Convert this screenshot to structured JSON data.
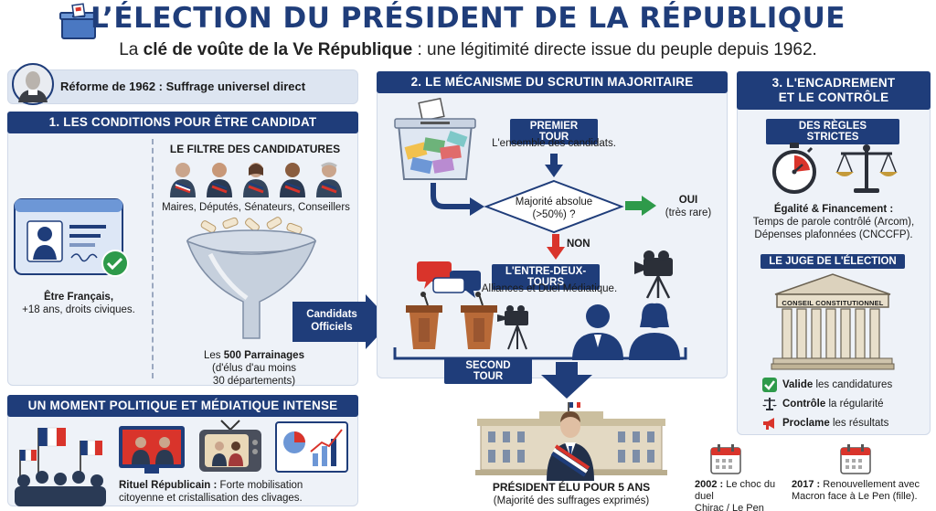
{
  "header": {
    "title": "L’ÉLECTION DU PRÉSIDENT DE LA RÉPUBLIQUE",
    "subtitle_prefix": "La ",
    "subtitle_bold": "clé de voûte de la Ve République",
    "subtitle_rest": " : une légitimité directe issue du peuple depuis 1962.",
    "icon": "ballot-box-icon"
  },
  "reform": {
    "label": "Réforme de 1962 : Suffrage universel direct",
    "icon": "portrait-icon"
  },
  "section1": {
    "title": "1. LES CONDITIONS POUR ÊTRE CANDIDAT",
    "filter_title": "LE FILTRE DES CANDIDATURES",
    "officials": "Maires, Députés, Sénateurs, Conseillers",
    "id_bold": "Être Français,",
    "id_rest": "+18 ans, droits civiques.",
    "sponsor_prefix": "Les ",
    "sponsor_bold": "500 Parrainages",
    "sponsor_line2": "(d'élus d'au moins",
    "sponsor_line3": "30 départements)",
    "arrow_label_1": "Candidats",
    "arrow_label_2": "Officiels"
  },
  "section_media": {
    "title": "UN MOMENT POLITIQUE ET MÉDIATIQUE INTENSE",
    "caption_bold": "Rituel Républicain :",
    "caption_rest": " Forte mobilisation",
    "caption_line2": "citoyenne et cristallisation des clivages."
  },
  "section2": {
    "title": "2. LE MÉCANISME DU SCRUTIN MAJORITAIRE",
    "first_round": "PREMIER TOUR",
    "first_round_desc": "L'ensemble des candidats.",
    "majority_q1": "Majorité absolue",
    "majority_q2": "(>50%) ?",
    "yes": "OUI",
    "yes_note": "(très rare)",
    "no": "NON",
    "between": "L'ENTRE-DEUX-TOURS",
    "between_desc": "Alliances et Duel Médiatique.",
    "second_round": "SECOND TOUR",
    "elected": "PRÉSIDENT ÉLU POUR 5 ANS",
    "elected_note": "(Majorité des suffrages exprimés)"
  },
  "section3": {
    "title_line1": "3. L'ENCADREMENT",
    "title_line2": "ET LE CONTRÔLE",
    "rules": "DES RÈGLES STRICTES",
    "equality_title": "Égalité & Financement :",
    "equality_line1": "Temps de parole contrôlé (Arcom),",
    "equality_line2": "Dépenses plafonnées (CNCCFP).",
    "judge": "LE JUGE DE L'ÉLECTION",
    "council": "CONSEIL CONSTITUTIONNEL",
    "checks": [
      {
        "bold": "Valide",
        "rest": " les candidatures",
        "icon": "check-icon"
      },
      {
        "bold": "Contrôle",
        "rest": " la régularité",
        "icon": "scales-icon"
      },
      {
        "bold": "Proclame",
        "rest": " les résultats",
        "icon": "megaphone-icon"
      }
    ]
  },
  "history": [
    {
      "year": "2002 :",
      "line1": " Le choc du duel",
      "line2": "Chirac / Le Pen (père)."
    },
    {
      "year": "2017 :",
      "line1": " Renouvellement avec",
      "line2": "Macron face à Le Pen (fille)."
    }
  ],
  "colors": {
    "navy": "#1f3d7a",
    "panel": "#eef2f8",
    "red": "#d9342b",
    "green": "#2e9a4a"
  }
}
